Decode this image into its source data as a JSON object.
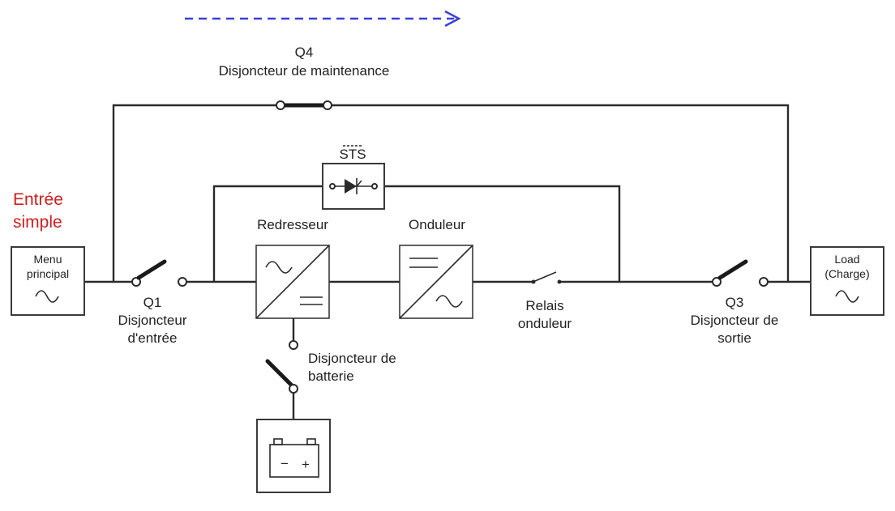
{
  "legend": {
    "arrow_color": "#3b3fd6"
  },
  "title": {
    "line1": "Entrée",
    "line2": "simple",
    "color": "#cc1f1f"
  },
  "q4": {
    "id": "Q4",
    "name": "Disjoncteur de maintenance"
  },
  "sts": {
    "label": "STS"
  },
  "source": {
    "line1": "Menu",
    "line2": "principal"
  },
  "q1": {
    "id": "Q1",
    "line1": "Disjoncteur",
    "line2": "d'entrée"
  },
  "rectifier": {
    "label": "Redresseur"
  },
  "inverter": {
    "label": "Onduleur"
  },
  "inverter_relay": {
    "line1": "Relais",
    "line2": "onduleur"
  },
  "q3": {
    "id": "Q3",
    "line1": "Disjoncteur de",
    "line2": "sortie"
  },
  "load": {
    "line1": "Load",
    "line2": "(Charge)"
  },
  "battery_breaker": {
    "line1": "Disjoncteur de",
    "line2": "batterie"
  },
  "battery": {
    "minus": "−",
    "plus": "+"
  }
}
